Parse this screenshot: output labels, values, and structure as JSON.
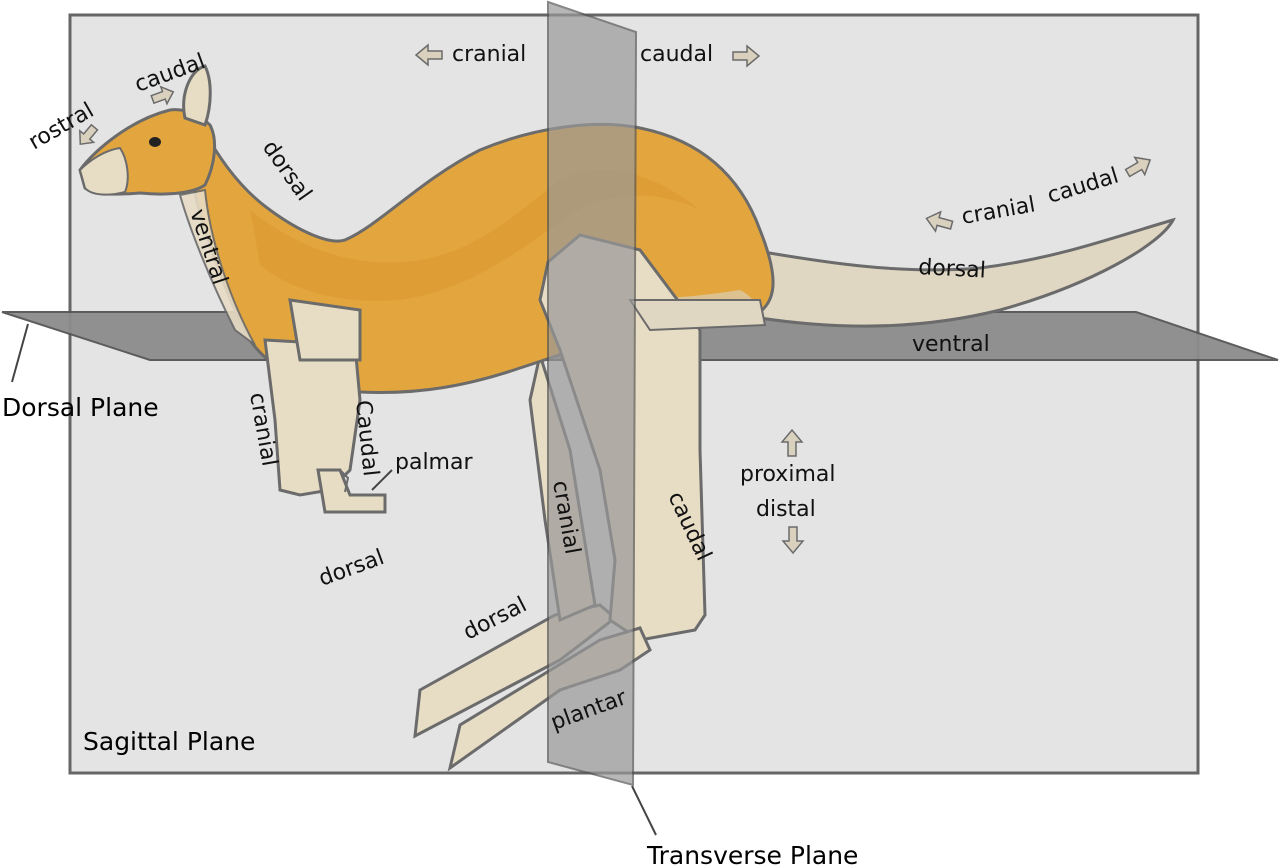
{
  "colors": {
    "sagittal_plane": "#e4e4e4",
    "plane_stroke": "#666666",
    "dorsal_plane": "#8c8c8c",
    "transverse_plane": "#999999",
    "body_orange": "#e3a63e",
    "limb_beige": "#e7dcc4",
    "outline": "#6b6b6b",
    "arrow_fill": "#d9d0bd"
  },
  "icons": {
    "arrow": "arrow-icon"
  },
  "planes": {
    "sagittal": "Sagittal Plane",
    "dorsal": "Dorsal Plane",
    "transverse": "Transverse Plane"
  },
  "labels": {
    "rostral": "rostral",
    "head_caudal": "caudal",
    "top_cranial": "cranial",
    "top_caudal": "caudal",
    "back_dorsal": "dorsal",
    "neck_ventral": "ventral",
    "tail_cranial": "cranial",
    "tail_caudal": "caudal",
    "tail_dorsal": "dorsal",
    "tail_ventral": "ventral",
    "forelimb_cranial": "cranial",
    "forelimb_caudal": "Caudal",
    "palmar": "palmar",
    "forelimb_dorsal": "dorsal",
    "proximal": "proximal",
    "distal": "distal",
    "hindlimb_cranial": "cranial",
    "hindlimb_caudal": "caudal",
    "foot_dorsal": "dorsal",
    "plantar": "plantar"
  }
}
